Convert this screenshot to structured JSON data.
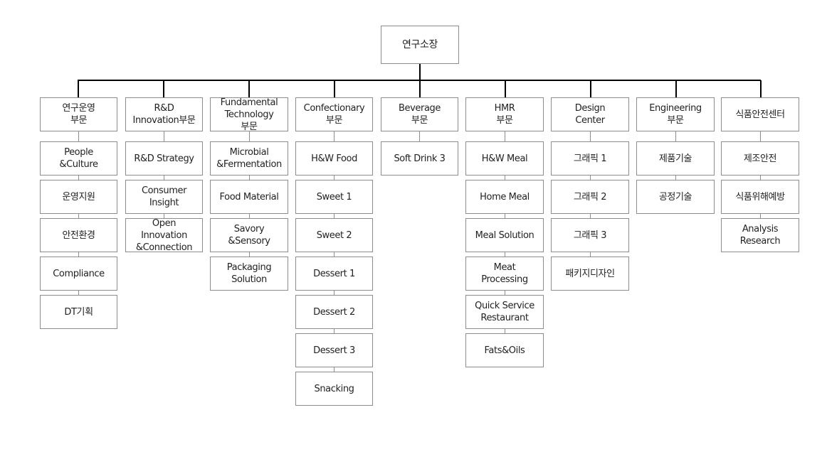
{
  "root": {
    "label": "연구소장"
  },
  "columns": [
    {
      "header": "연구운영\n부문",
      "items": [
        "People\n&Culture",
        "운영지원",
        "안전환경",
        "Compliance",
        "DT기획"
      ]
    },
    {
      "header": "R&D\nInnovation부문",
      "items": [
        "R&D Strategy",
        "Consumer\nInsight",
        "Open\nInnovation\n&Connection"
      ]
    },
    {
      "header": "Fundamental\nTechnology\n부문",
      "items": [
        "Microbial\n&Fermentation",
        "Food Material",
        "Savory\n&Sensory",
        "Packaging\nSolution"
      ]
    },
    {
      "header": "Confectionary\n부문",
      "items": [
        "H&W Food",
        "Sweet 1",
        "Sweet 2",
        "Dessert 1",
        "Dessert 2",
        "Dessert 3",
        "Snacking"
      ]
    },
    {
      "header": "Beverage\n부문",
      "items": [
        "Soft Drink 3"
      ]
    },
    {
      "header": "HMR\n부문",
      "items": [
        "H&W Meal",
        "Home Meal",
        "Meal Solution",
        "Meat\nProcessing",
        "Quick Service\nRestaurant",
        "Fats&Oils"
      ]
    },
    {
      "header": "Design\nCenter",
      "items": [
        "그래픽 1",
        "그래픽 2",
        "그래픽 3",
        "패키지디자인"
      ]
    },
    {
      "header": "Engineering\n부문",
      "items": [
        "제품기술",
        "공정기술"
      ]
    },
    {
      "header": "식품안전센터",
      "items": [
        "제조안전",
        "식품위해예방",
        "Analysis\nResearch"
      ]
    }
  ]
}
